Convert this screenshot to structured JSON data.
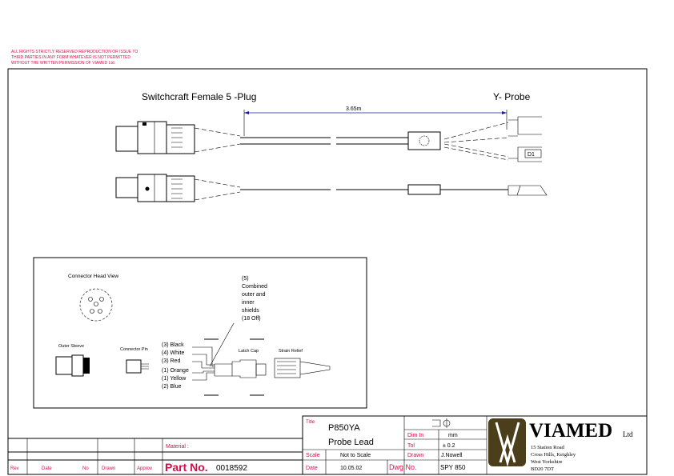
{
  "notice": {
    "line1": "ALL RIGHTS STRICTLY RESERVED REPRODUCTION OR ISSUE TO",
    "line2": "THIRD PARTIES IN ANY FORM WHATEVER IS NOT PERMITTED",
    "line3": "WITHOUT THE WRITTEN PERMISSION OF VIAMED Ltd."
  },
  "drawing": {
    "left_label": "Switchcraft Female 5 -Plug",
    "right_label": "Y- Probe",
    "length_dim": "3.65m",
    "probe_tag": "D1"
  },
  "detail": {
    "head_view": "Connector Head View",
    "outer_sleeve": "Outer Sleeve",
    "connector_pin": "Connector Pin",
    "wires": [
      "(3) Black",
      "(4) White",
      "(3) Red",
      "(1) Orange",
      "(1) Yellow",
      "(2) Blue"
    ],
    "shield_note": [
      "(5)",
      "Combined",
      "outer and",
      "inner",
      "shields",
      "(18 Off)"
    ],
    "latch_cap": "Latch Cap",
    "strain_relief": "Strain Relief"
  },
  "title_block": {
    "material_label": "Material :",
    "rev_label": "Rev",
    "date_label": "Date",
    "no_label": "No",
    "drawn_label": "Drawn",
    "approv_label": "Approv",
    "part_no_label": "Part No.",
    "part_no": "0018592",
    "title_label": "Title",
    "title_line1": "P850YA",
    "title_line2": "Probe Lead",
    "dim_label": "Dim In",
    "dim_value": "mm",
    "tol_label": "Tol",
    "tol_value": "± 0.2",
    "scale_label": "Scale",
    "scale_value": "Not to Scale",
    "drawn_by_label": "Drawn",
    "drawn_by": "J.Nowell",
    "date_value": "10.05.02",
    "dwg_label": "Dwg No.",
    "dwg_value": "SPY 850"
  },
  "company": {
    "name": "VIAMED",
    "suffix": "Ltd",
    "address": [
      "15 Station Road",
      "Cross Hills, Keighley",
      "West Yorkshire",
      "BD20 7DT"
    ],
    "logo_color": "#4a3f1a"
  }
}
